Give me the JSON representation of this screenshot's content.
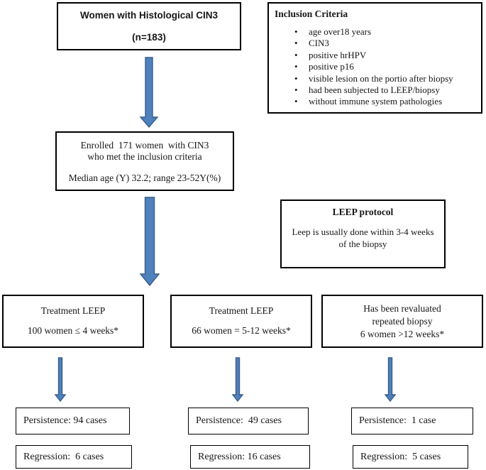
{
  "figure": {
    "cohort": {
      "line1": "Women with Histological CIN3",
      "line2": "(n=183)"
    },
    "inclusion": {
      "title": "Inclusion Criteria",
      "items": [
        "age over18 years",
        "CIN3",
        "positive hrHPV",
        "positive p16",
        "visible lesion on the portio after biopsy",
        "had been subjected to LEEP/biopsy",
        "without immune system pathologies"
      ]
    },
    "enrolled": {
      "line1": "Enrolled  171 women  with CIN3",
      "line2": "who met the inclusion criteria",
      "line3": "Median age (Y) 32.2; range 23-52Y(%)"
    },
    "leep_protocol": {
      "title": "LEEP protocol",
      "body1": "Leep is usually done within 3-4 weeks",
      "body2": "of the biopsy"
    },
    "treatment_4w": {
      "line1": "Treatment LEEP",
      "line2": "100 women ≤ 4 weeks*"
    },
    "treatment_5_12w": {
      "line1": "Treatment LEEP",
      "line2": "66 women = 5-12 weeks*"
    },
    "revaluated_12w": {
      "line1": "Has been revaluated",
      "line2": "repeated biopsy",
      "line3": "6 women >12 weeks*"
    },
    "outcomes": {
      "persistence_4w": "Persistence: 94 cases",
      "regression_4w": "Regression:  6 cases",
      "persistence_5_12w": "Persistence:  49 cases",
      "regression_5_12w": "Regression: 16 cases",
      "persistence_12w": "Persistence:  1 case",
      "regression_12w": "Regression:  5 cases"
    }
  },
  "colors": {
    "arrow_fill": "#4f81bd",
    "arrow_stroke": "#385d8a",
    "box_border": "#000000",
    "background": "#ffffff"
  }
}
